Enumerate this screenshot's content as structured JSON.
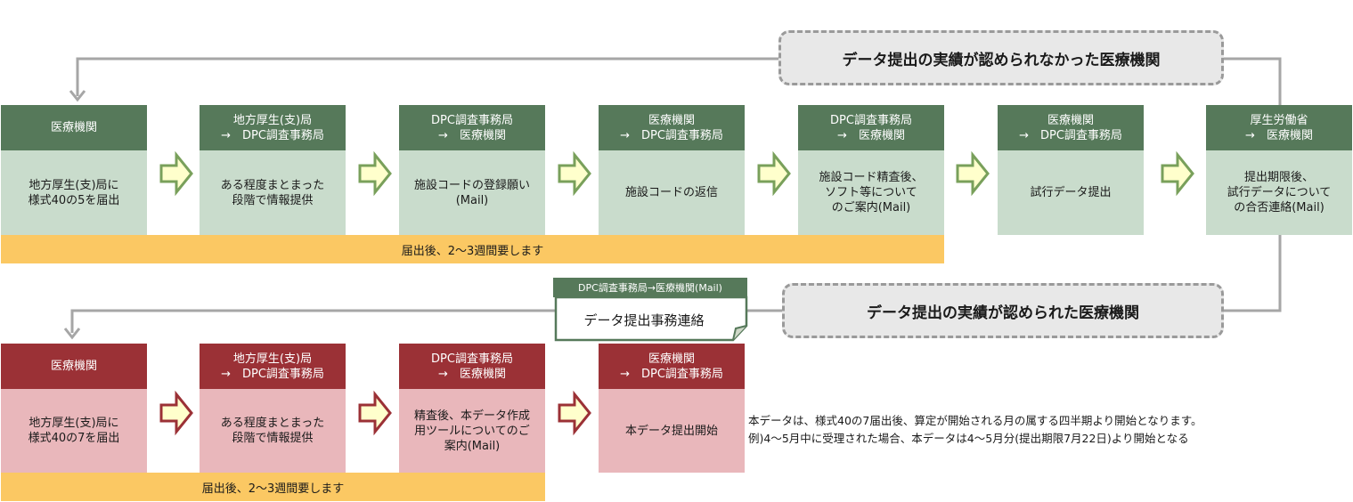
{
  "colors": {
    "green_header": "#56795a",
    "green_body": "#c9dccc",
    "red_header": "#9b3136",
    "red_body": "#e9b7bb",
    "duration_bar": "#fbc863",
    "arrow_fill": "#ffffcc",
    "connector": "#a6a6a6"
  },
  "callouts": {
    "not_recognized": "データ提出の実績が認められなかった医療機関",
    "recognized": "データ提出の実績が認められた医療機関"
  },
  "row1": {
    "steps": [
      {
        "from": "医療機関",
        "to": "",
        "body": "地方厚生(支)局に\n様式40の5を届出"
      },
      {
        "from": "地方厚生(支)局",
        "to": "→　DPC調査事務局",
        "body": "ある程度まとまった\n段階で情報提供"
      },
      {
        "from": "DPC調査事務局",
        "to": "→　医療機関",
        "body": "施設コードの登録願い\n(Mail)"
      },
      {
        "from": "医療機関",
        "to": "→　DPC調査事務局",
        "body": "施設コードの返信"
      },
      {
        "from": "DPC調査事務局",
        "to": "→　医療機関",
        "body": "施設コード精査後、\nソフト等について\nのご案内(Mail)"
      },
      {
        "from": "医療機関",
        "to": "→　DPC調査事務局",
        "body": "試行データ提出"
      },
      {
        "from": "厚生労働省",
        "to": "→　医療機関",
        "body": "提出期限後、\n試行データについて\nの合否連絡(Mail)"
      }
    ],
    "duration": "届出後、2～3週間要します"
  },
  "note": {
    "tag": "DPC調査事務局→医療機関(Mail)",
    "text": "データ提出事務連絡"
  },
  "row2": {
    "steps": [
      {
        "from": "医療機関",
        "to": "",
        "body": "地方厚生(支)局に\n様式40の7を届出"
      },
      {
        "from": "地方厚生(支)局",
        "to": "→　DPC調査事務局",
        "body": "ある程度まとまった\n段階で情報提供"
      },
      {
        "from": "DPC調査事務局",
        "to": "→　医療機関",
        "body": "精査後、本データ作成\n用ツールについてのご\n案内(Mail)"
      },
      {
        "from": "医療機関",
        "to": "→　DPC調査事務局",
        "body": "本データ提出開始"
      }
    ],
    "duration": "届出後、2～3週間要します",
    "remark_line1": "本データは、様式40の7届出後、算定が開始される月の属する四半期より開始となります。",
    "remark_line2": "例)4～5月中に受理された場合、本データは4～5月分(提出期限7月22日)より開始となる"
  }
}
